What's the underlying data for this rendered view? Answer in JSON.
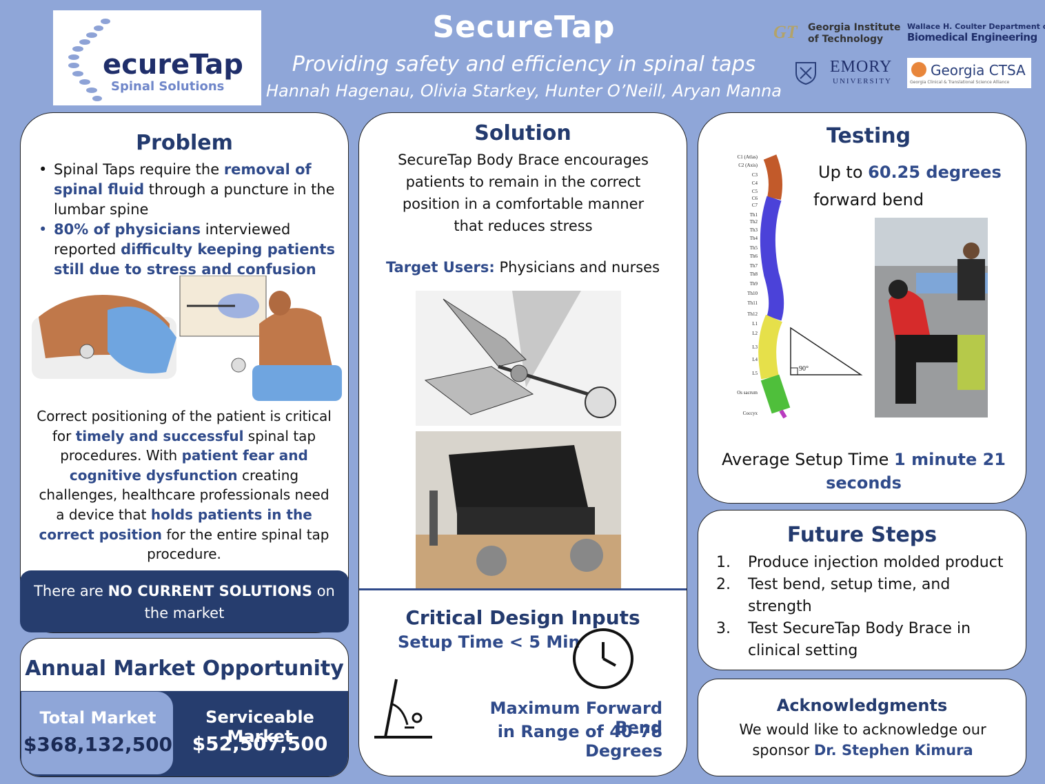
{
  "header": {
    "title": "SecureTap",
    "subtitle": "Providing safety and efficiency in spinal taps",
    "authors": "Hannah Hagenau, Olivia Starkey, Hunter O’Neill, Aryan Manna",
    "logo_text": "ecureTap",
    "logo_sub": "Spinal Solutions",
    "gt_line1": "Georgia Institute",
    "gt_line2": "of Technology",
    "coulter_line1": "Wallace H. Coulter Department of",
    "coulter_line2": "Biomedical Engineering",
    "emory_line1": "EMORY",
    "emory_line2": "UNIVERSITY",
    "ctsa_name": "Georgia",
    "ctsa_abbr": "CTSA",
    "ctsa_line": "Georgia Clinical & Translational Science Alliance"
  },
  "problem": {
    "title": "Problem",
    "b1_a": "Spinal Taps require the ",
    "b1_b": "removal of spinal fluid",
    "b1_c": " through a puncture in the lumbar spine",
    "b2_a": "80% of physicians",
    "b2_b": " interviewed reported ",
    "b2_c": "difficulty keeping patients still due to stress and confusion",
    "p_a": "Correct positioning of the patient is critical for ",
    "p_b": "timely and successful",
    "p_c": " spinal tap procedures. With ",
    "p_d": "patient fear and cognitive dysfunction",
    "p_e": " creating challenges, healthcare professionals need a device that ",
    "p_f": "holds patients in the correct position",
    "p_g": " for the entire spinal tap procedure.",
    "banner_a": "There are ",
    "banner_b": "NO CURRENT SOLUTIONS",
    "banner_c": " on the market"
  },
  "market": {
    "title": "Annual Market Opportunity",
    "total_label": "Total Market",
    "total_value": "$368,132,500",
    "serv_label": "Serviceable Market",
    "serv_value": "$52,507,500"
  },
  "solution": {
    "title": "Solution",
    "desc": "SecureTap Body Brace encourages patients to remain in the correct position in a comfortable manner that reduces stress",
    "target_label": "Target Users:",
    "target_value": " Physicians and nurses"
  },
  "inputs": {
    "title": "Critical Design Inputs",
    "setup": "Setup Time < 5 Min",
    "bend_line1": "Maximum Forward Bend",
    "bend_line2": "in Range of 40-78 Degrees"
  },
  "testing": {
    "title": "Testing",
    "bend_a": "Up to ",
    "bend_b": "60.25 degrees",
    "bend_c": "forward bend",
    "setup_a": "Average Setup Time ",
    "setup_b": "1 minute 21 seconds",
    "spine_labels": [
      "C1 (Atlas)",
      "C2 (Axis)",
      "C3",
      "C4",
      "C5",
      "C6",
      "C7",
      "Th1",
      "Th2",
      "Th3",
      "Th4",
      "Th5",
      "Th6",
      "Th7",
      "Th8",
      "Th9",
      "Th10",
      "Th11",
      "Th12",
      "L1",
      "L2",
      "L3",
      "L4",
      "L5",
      "Os sacrum",
      "Coccyx"
    ],
    "angle_label": "90°"
  },
  "future": {
    "title": "Future Steps",
    "items": [
      {
        "num": "1.",
        "text": "Produce injection molded product"
      },
      {
        "num": "2.",
        "text": "Test bend, setup time, and strength"
      },
      {
        "num": "3.",
        "text": "Test SecureTap Body Brace in clinical setting"
      }
    ]
  },
  "ack": {
    "title": "Acknowledgments",
    "text_a": "We would like to acknowledge our sponsor ",
    "text_b": "Dr. Stephen Kimura"
  },
  "icons": [
    "logo-vertebra-icon",
    "clock-icon",
    "forward-bend-icon"
  ],
  "colors": {
    "background": "#8fa6d8",
    "accent": "#2f4a8a",
    "banner": "#263d6e"
  }
}
